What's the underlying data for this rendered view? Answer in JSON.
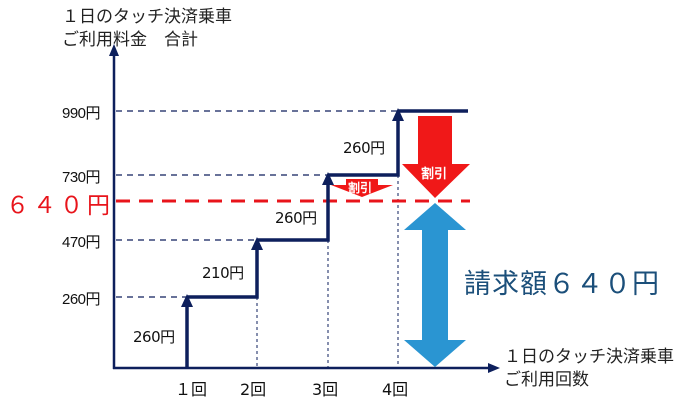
{
  "chart_data": {
    "type": "line",
    "subtype": "step",
    "title": "",
    "ylabel": "1日のタッチ決済乗車\nご利用料金　合計",
    "xlabel": "1日のタッチ決済乗車\nご利用回数",
    "categories": [
      "1回",
      "2回",
      "3回",
      "4回"
    ],
    "series": [
      {
        "name": "ご利用料金合計",
        "values": [
          260,
          470,
          730,
          990
        ],
        "increments": [
          260,
          210,
          260,
          260
        ]
      }
    ],
    "y_ticks": [
      "260円",
      "470円",
      "730円",
      "990円"
    ],
    "cap_line": {
      "value": 640,
      "label": "６４０円",
      "color": "#e8141b",
      "style": "dashed"
    },
    "annotations": [
      {
        "text": "260円",
        "at": "1回 step"
      },
      {
        "text": "210円",
        "at": "2回 step"
      },
      {
        "text": "260円",
        "at": "3回 step"
      },
      {
        "text": "260円",
        "at": "4回 step"
      },
      {
        "text": "割引",
        "at": "3回 small discount arrow (730→640)"
      },
      {
        "text": "割引",
        "at": "4回 large discount arrow (990→640)"
      },
      {
        "text": "請求額６４０円",
        "at": "blue double arrow 0→640"
      }
    ],
    "ylim": [
      0,
      1000
    ],
    "grid": false,
    "legend": null
  },
  "axis": {
    "y_title_line1": "１日のタッチ決済乗車",
    "y_title_line2": "ご利用料金　合計",
    "x_title_line1": "１日のタッチ決済乗車",
    "x_title_line2": "ご利用回数"
  },
  "y_labels": {
    "v990": "990円",
    "v730": "730円",
    "v640": "６４０円",
    "v470": "470円",
    "v260": "260円"
  },
  "x_labels": [
    "１回",
    "2回",
    "3回",
    "4回"
  ],
  "step_labels": [
    "260円",
    "210円",
    "260円",
    "260円"
  ],
  "discount_small": "割引",
  "discount_large": "割引",
  "total_label": "請求額６４０円",
  "colors": {
    "axis": "#0d1f5c",
    "step": "#0d1f5c",
    "cap": "#e8141b",
    "discount": "#f01818",
    "billing": "#2a95d2",
    "total_text": "#1b4f7a"
  }
}
